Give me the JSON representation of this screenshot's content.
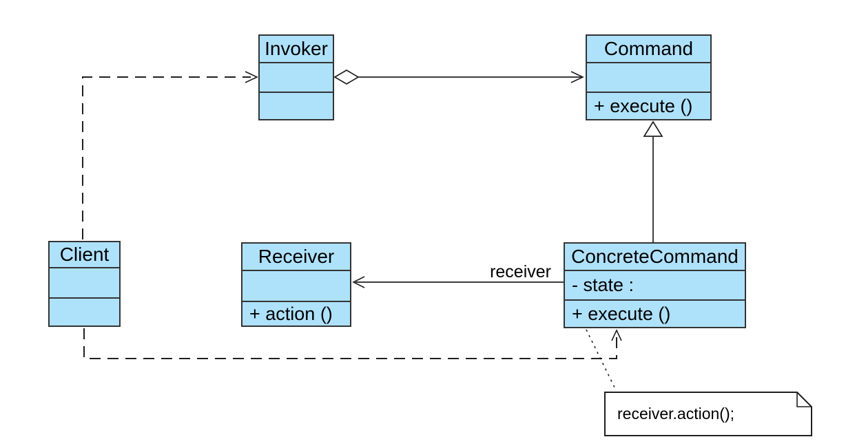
{
  "diagram": {
    "kind": "uml-class-diagram",
    "classes": {
      "invoker": {
        "name": "Invoker"
      },
      "command": {
        "name": "Command",
        "operations": "+ execute ()"
      },
      "client": {
        "name": "Client"
      },
      "receiver": {
        "name": "Receiver",
        "operations": "+ action ()"
      },
      "concrete_command": {
        "name": "ConcreteCommand",
        "attributes": "- state :",
        "operations": "+ execute ()"
      }
    },
    "edges": {
      "receiver_role_label": "receiver"
    },
    "note": {
      "text": "receiver.action();"
    },
    "colors": {
      "class_fill": "#AEE2FB",
      "class_border": "#333333",
      "line_color": "#1F1F1F",
      "note_fill": "#FFFFFF",
      "text_color": "#000000",
      "background": "#FFFFFF"
    }
  }
}
